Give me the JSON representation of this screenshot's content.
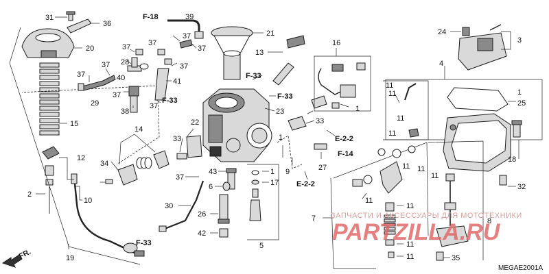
{
  "parts": {
    "p1a": "1",
    "p1b": "1",
    "p1c": "1",
    "p2": "2",
    "p3": "3",
    "p4": "4",
    "p5": "5",
    "p6": "6",
    "p7": "7",
    "p8": "8",
    "p9": "9",
    "p10": "10",
    "p11a": "11",
    "p11b": "11",
    "p11c": "11",
    "p11d": "11",
    "p11e": "11",
    "p11f": "11",
    "p11g": "11",
    "p11h": "11",
    "p11i": "11",
    "p11j": "11",
    "p11k": "11",
    "p12": "12",
    "p13": "13",
    "p14": "14",
    "p15": "15",
    "p16": "16",
    "p17": "17",
    "p18": "18",
    "p19": "19",
    "p20": "20",
    "p21": "21",
    "p22": "22",
    "p23": "23",
    "p24": "24",
    "p25": "25",
    "p26": "26",
    "p27": "27",
    "p28": "28",
    "p29": "29",
    "p30": "30",
    "p31": "31",
    "p32": "32",
    "p33a": "33",
    "p33b": "33",
    "p34": "34",
    "p35": "35",
    "p36": "36",
    "p37a": "37",
    "p37b": "37",
    "p37c": "37",
    "p37d": "37",
    "p37e": "37",
    "p37f": "37",
    "p37g": "37",
    "p37h": "37",
    "p38": "38",
    "p39": "39",
    "p40": "40",
    "p41": "41",
    "p42": "42",
    "p43": "43"
  },
  "refs": {
    "f18": "F-18",
    "f33a": "F-33",
    "f33b": "F-33",
    "f33c": "F-33",
    "f33d": "F-33",
    "e22a": "E-2-2",
    "e22b": "E-2-2",
    "f14": "F-14"
  },
  "direction": "FR.",
  "diagram_code": "MEGAE2001A",
  "watermark": {
    "caption": "ЗАПЧАСТИ И АКСЕССУАРЫ ДЛЯ МОТОТЕХНИКИ",
    "brand": "PARTZILLA.RU"
  }
}
